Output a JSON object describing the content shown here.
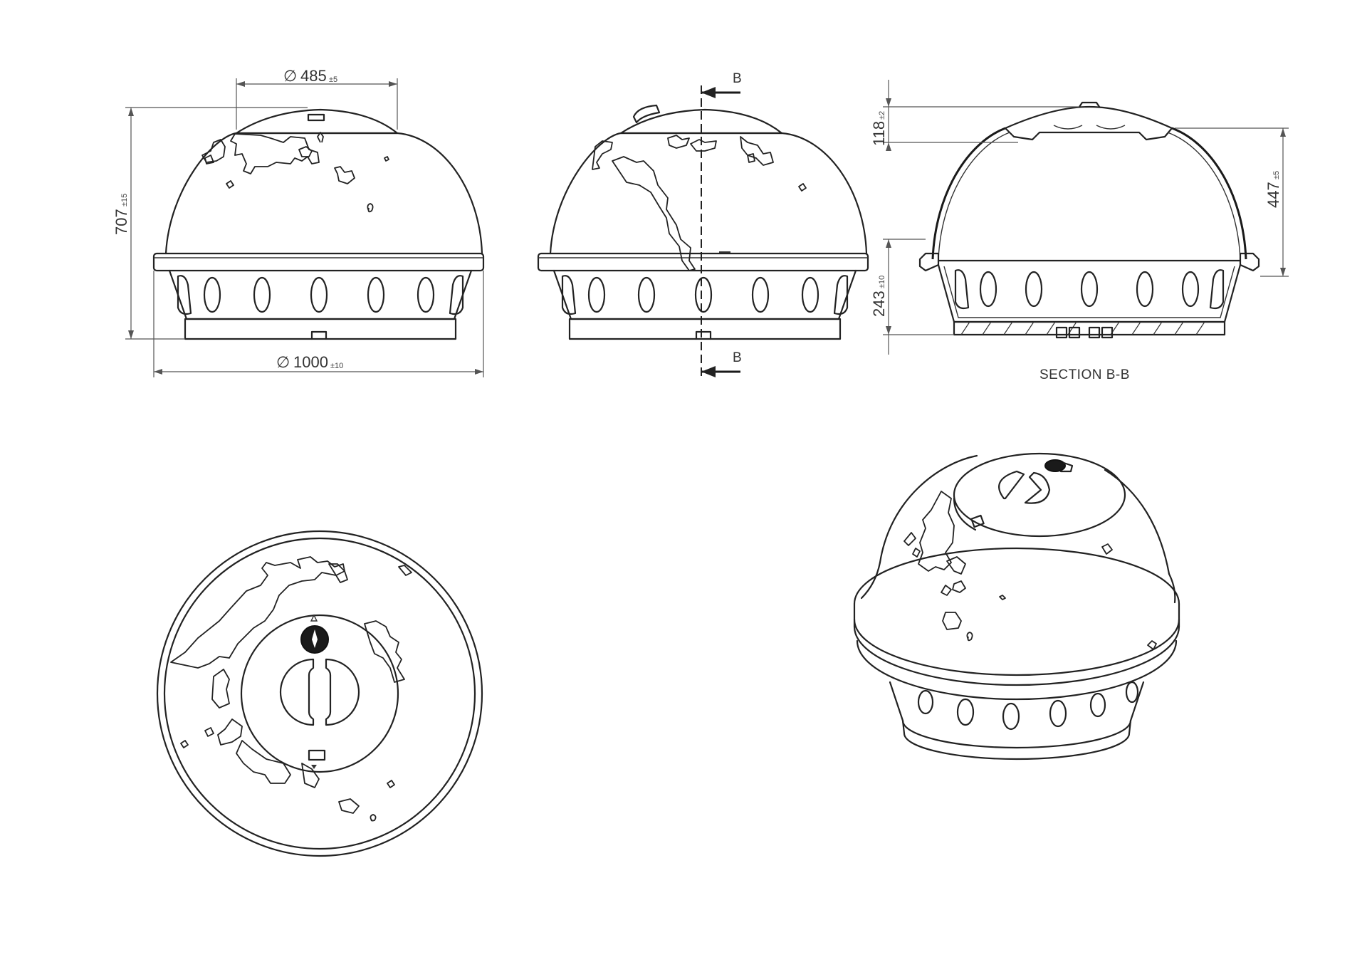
{
  "dimensions": {
    "top_diameter": {
      "symbol": "∅",
      "value": "485",
      "tolerance": "±5"
    },
    "total_height": {
      "value": "707",
      "tolerance": "±15"
    },
    "base_diameter": {
      "symbol": "∅",
      "value": "1000",
      "tolerance": "±10"
    },
    "lid_height": {
      "value": "118",
      "tolerance": "±2"
    },
    "dome_height": {
      "value": "447",
      "tolerance": "±5"
    },
    "base_height": {
      "value": "243",
      "tolerance": "±10"
    }
  },
  "section_marker": {
    "top": "B",
    "bottom": "B"
  },
  "section_title": "SECTION B-B",
  "colors": {
    "line": "#222222",
    "dimension": "#555555",
    "background": "#ffffff"
  }
}
